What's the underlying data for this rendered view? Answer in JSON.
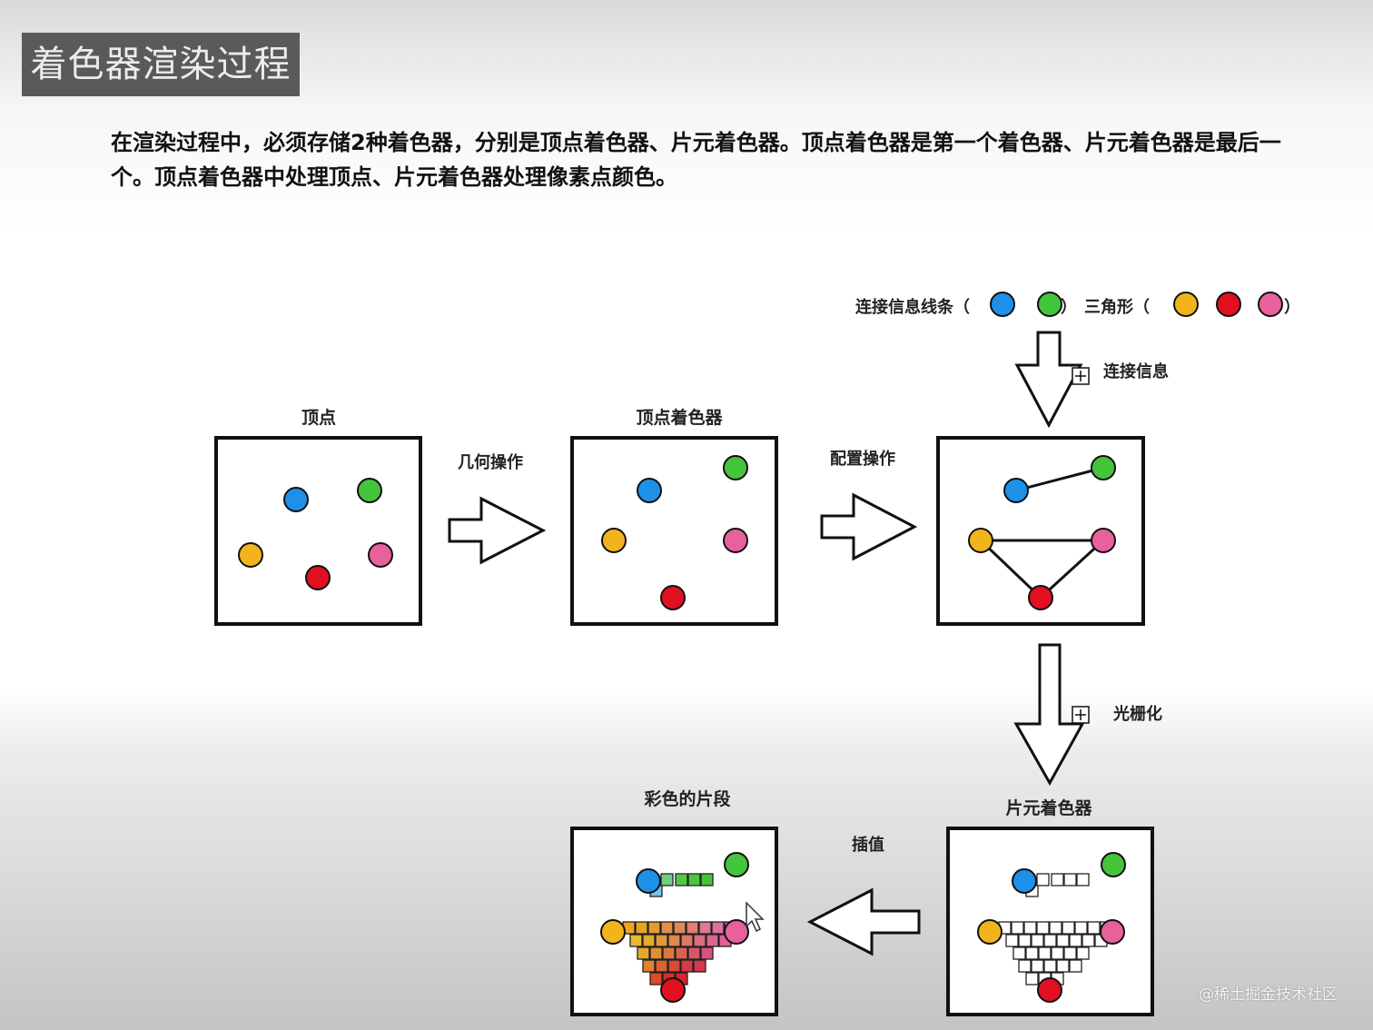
{
  "title": "着色器渲染过程",
  "intro": "在渲染过程中，必须存储2种着色器，分别是顶点着色器、片元着色器。顶点着色器是第一个着色器、片元着色器是最后一个。顶点着色器中处理顶点、片元着色器处理像素点颜色。",
  "legend": {
    "lines_label": "连接信息线条（",
    "lines_close": "）",
    "triangle_label": "三角形（",
    "triangle_close": "）"
  },
  "stages": {
    "vertices": "顶点",
    "vertex_shader": "顶点着色器",
    "fragment_shader": "片元着色器",
    "colored_fragments": "彩色的片段"
  },
  "steps": {
    "geometry": "几何操作",
    "config": "配置操作",
    "connect": "连接信息",
    "rasterize": "光栅化",
    "interpolate": "插值"
  },
  "colors": {
    "blue": "#1e90e8",
    "green": "#44c43a",
    "yellow": "#f2b41c",
    "red": "#e01020",
    "pink": "#e8609c"
  },
  "watermark": "@稀土掘金技术社区"
}
